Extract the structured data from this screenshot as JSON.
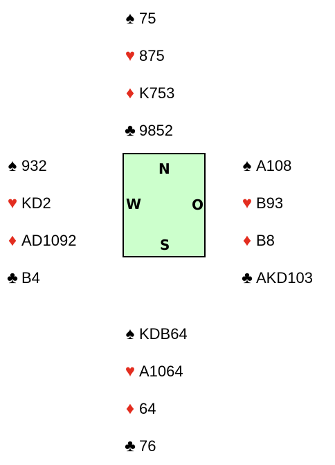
{
  "symbols": {
    "spades": "♠",
    "hearts": "♥",
    "diamonds": "♦",
    "clubs": "♣"
  },
  "colors": {
    "red_suit": "#e32d1f",
    "black_suit": "#000000",
    "compass_fill": "#ccffcc"
  },
  "compass": {
    "north": "N",
    "west": "W",
    "east": "O",
    "south": "S"
  },
  "hands": {
    "north": {
      "spades": "75",
      "hearts": "875",
      "diamonds": "K753",
      "clubs": "9852"
    },
    "west": {
      "spades": "932",
      "hearts": "KD2",
      "diamonds": "AD1092",
      "clubs": "B4"
    },
    "east": {
      "spades": "A108",
      "hearts": "B93",
      "diamonds": "B8",
      "clubs": "AKD103"
    },
    "south": {
      "spades": "KDB64",
      "hearts": "A1064",
      "diamonds": "64",
      "clubs": "76"
    }
  }
}
